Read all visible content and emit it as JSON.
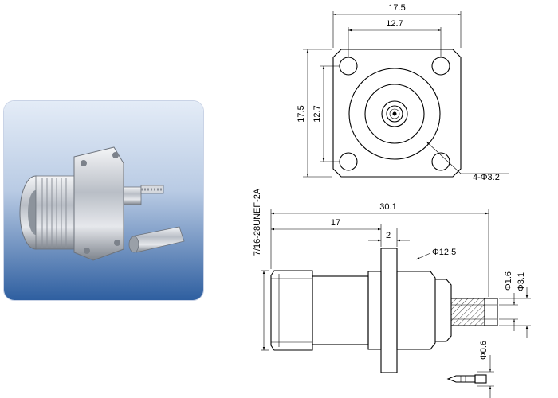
{
  "front_view": {
    "width_outer": "17.5",
    "width_inner": "12.7",
    "height_outer": "17.5",
    "height_inner": "12.7",
    "hole_callout": "4-Φ3.2"
  },
  "side_view": {
    "total_length": "30.1",
    "partial_length": "17",
    "flange_thickness": "2",
    "flange_diameter": "Φ12.5",
    "thread_spec": "7/16-28UNEF-2A",
    "sleeve_inner_dia": "Φ1.6",
    "sleeve_outer_dia": "Φ3.1",
    "pin_dia": "Φ0.6"
  },
  "colors": {
    "panel_top": "#dce6f4",
    "panel_bottom": "#2f5fa0",
    "metal": "#c8ccd2"
  }
}
